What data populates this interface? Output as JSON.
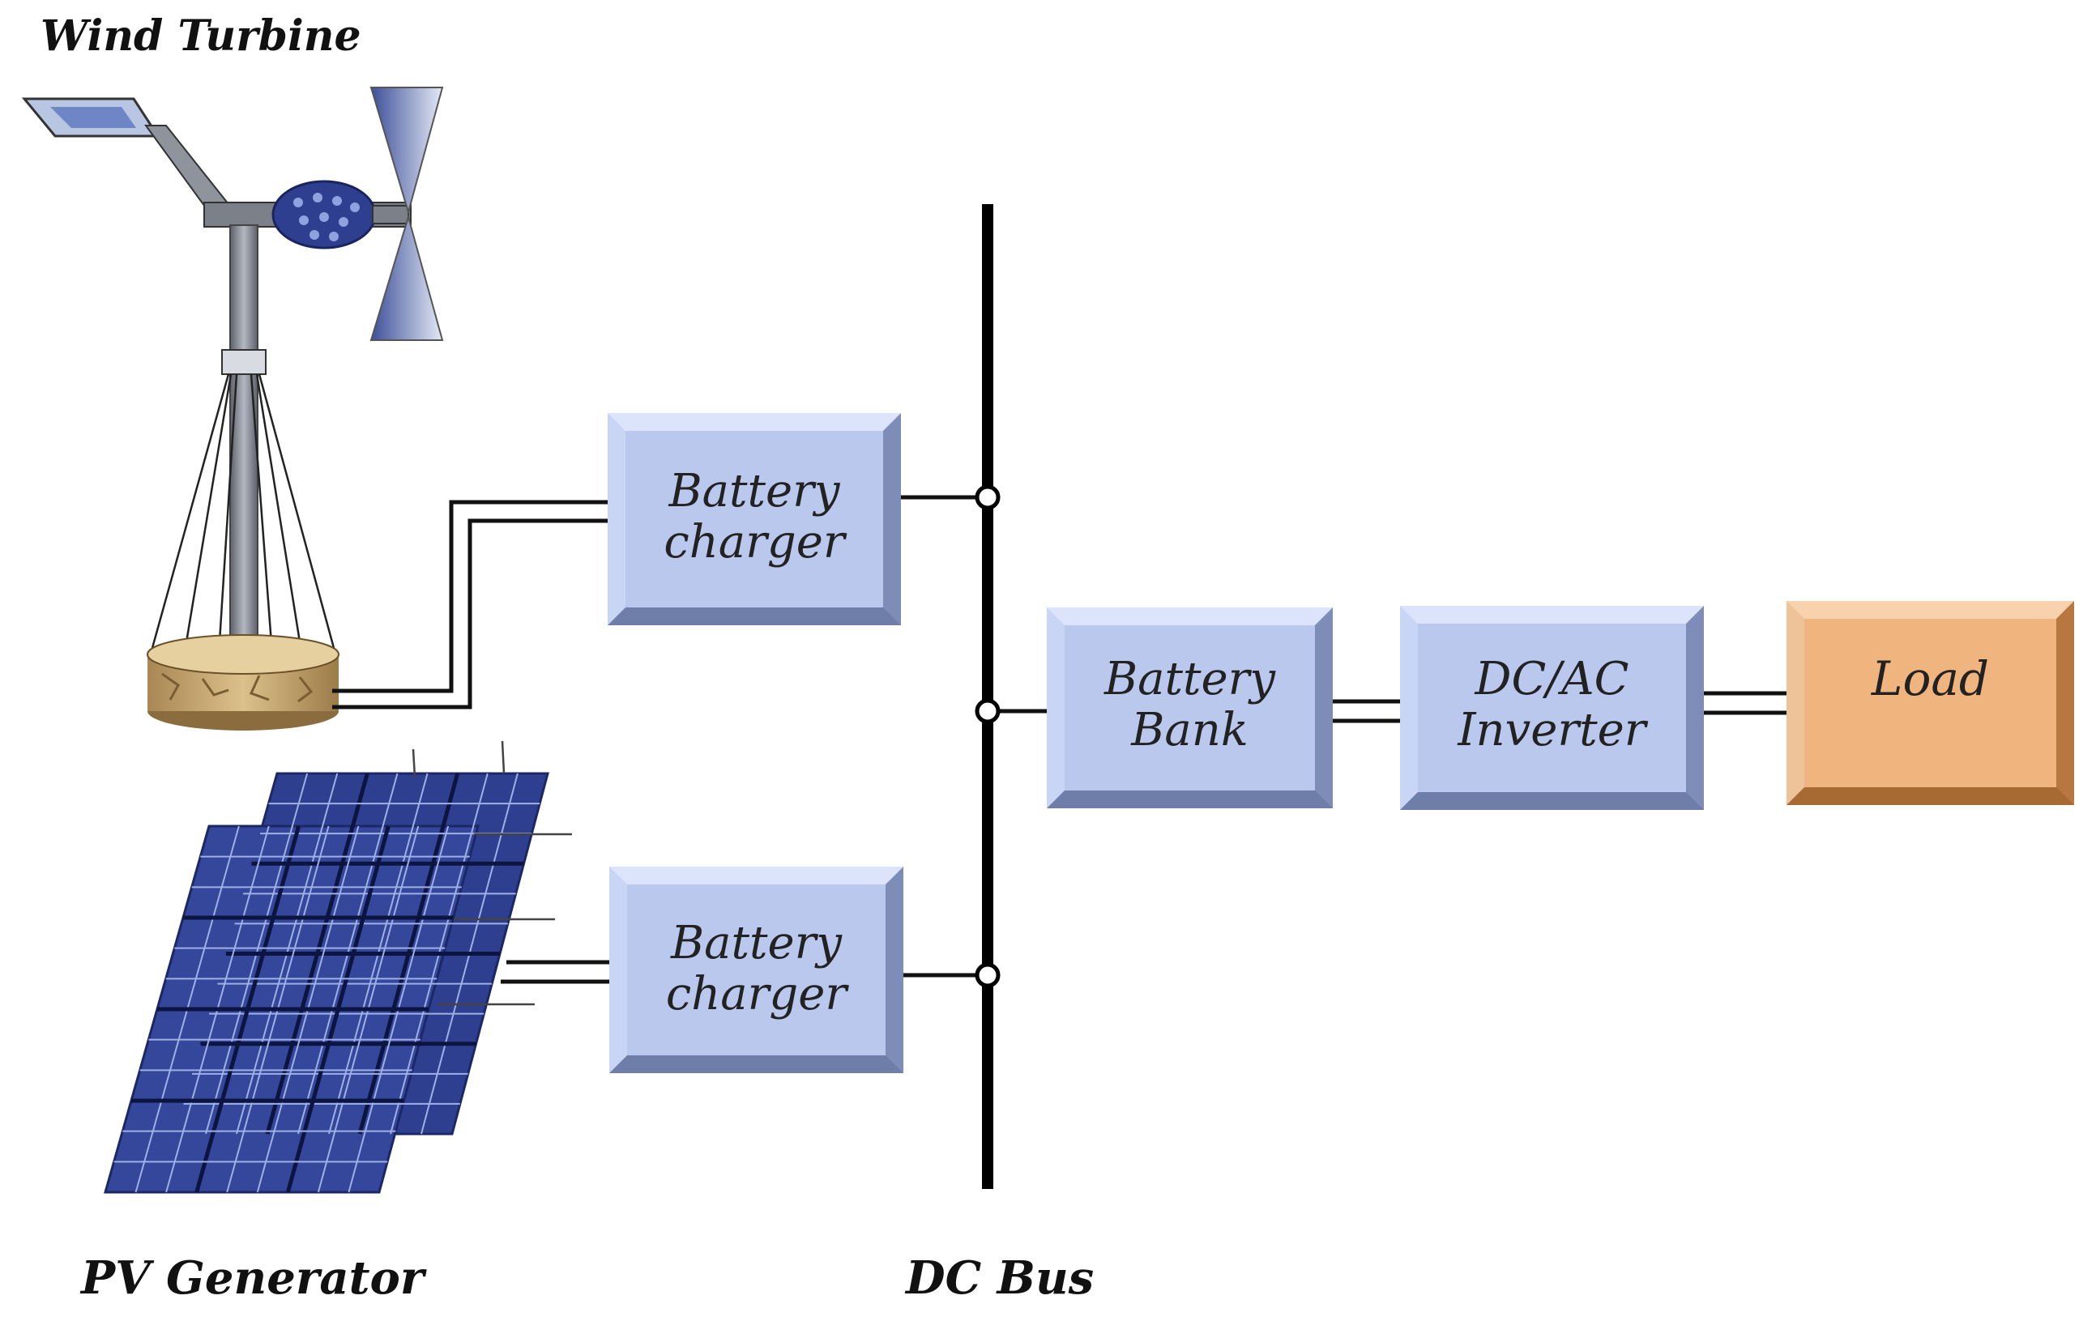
{
  "labels": {
    "wind_turbine": "Wind Turbine",
    "pv_generator": "PV Generator",
    "dc_bus": "DC Bus"
  },
  "blocks": {
    "charger_wind": {
      "line1": "Battery",
      "line2": "charger"
    },
    "charger_pv": {
      "line1": "Battery",
      "line2": "charger"
    },
    "battery_bank": {
      "line1": "Battery",
      "line2": "Bank"
    },
    "inverter": {
      "line1": "DC/AC",
      "line2": "Inverter"
    },
    "load": {
      "line1": "Load"
    }
  },
  "colors": {
    "block_fill": "#b9c8ec",
    "load_fill": "#f0b47e",
    "bus_line": "#000000",
    "solar_panel": "#2f3f8f",
    "turbine_nacelle": "#2f3f8f",
    "turbine_base": "#c9a96e"
  },
  "icons": {
    "wind_turbine": "wind-turbine-icon",
    "pv_generator": "solar-panel-icon"
  }
}
